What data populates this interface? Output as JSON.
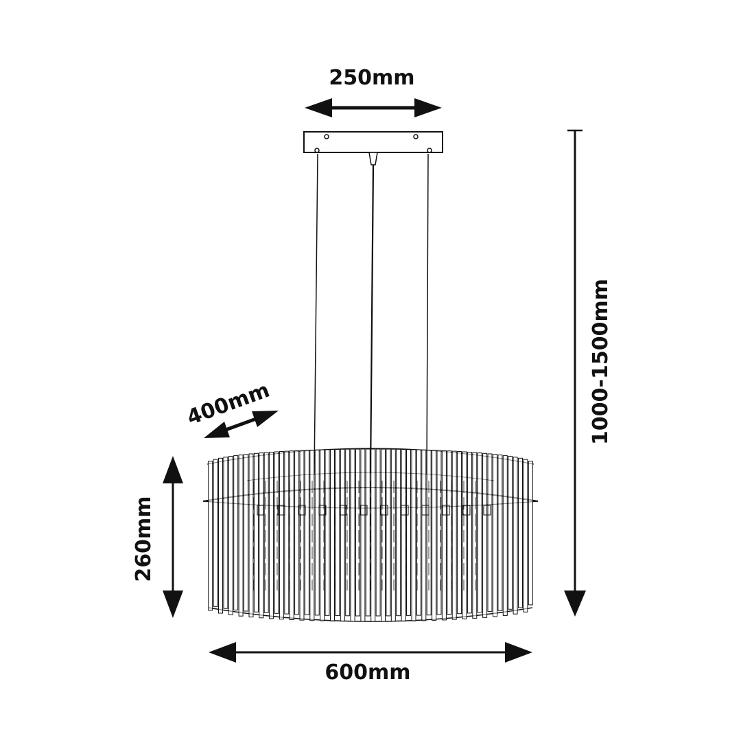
{
  "diagram": {
    "labels": {
      "canopy_width": "250mm",
      "overall_height": "1000-1500mm",
      "depth": "400mm",
      "body_height": "260mm",
      "body_width": "600mm"
    },
    "colors": {
      "line": "#111111",
      "background": "#ffffff"
    }
  }
}
